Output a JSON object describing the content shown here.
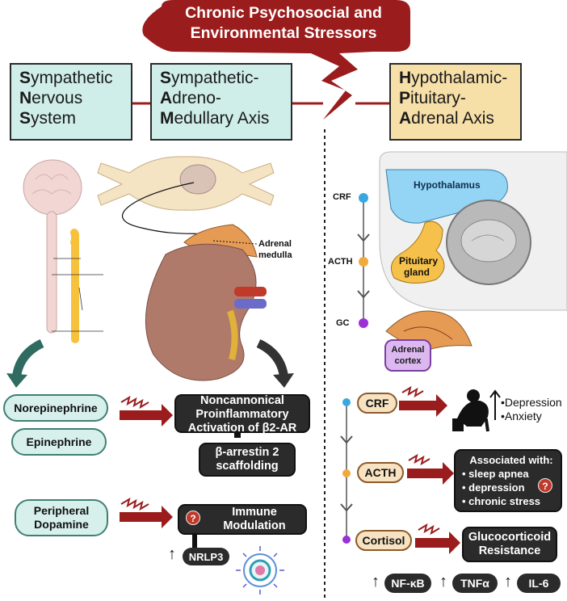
{
  "title": {
    "line1": "Chronic Psychosocial and",
    "line2": "Environmental Stressors"
  },
  "headers": {
    "sns": {
      "l1_cap": "S",
      "l1_rest": "ympathetic",
      "l2_cap": "N",
      "l2_rest": "ervous",
      "l3_cap": "S",
      "l3_rest": "ystem"
    },
    "sam": {
      "l1_cap": "S",
      "l1_rest": "ympathetic-",
      "l2_cap": "A",
      "l2_rest": "dreno-",
      "l3_cap": "M",
      "l3_rest": "edullary Axis"
    },
    "hpa": {
      "l1_cap": "H",
      "l1_rest": "ypothalamic-",
      "l2_cap": "P",
      "l2_rest": "ituitary-",
      "l3_cap": "A",
      "l3_rest": "drenal Axis"
    }
  },
  "anatomy_labels": {
    "adrenal_medulla_1": "Adrenal",
    "adrenal_medulla_2": "medulla",
    "hypothalamus": "Hypothalamus",
    "pituitary_1": "Pituitary",
    "pituitary_2": "gland",
    "adrenal_cortex_1": "Adrenal",
    "adrenal_cortex_2": "cortex"
  },
  "hpa_axis_labels": {
    "crf": "CRF",
    "acth": "ACTH",
    "gc": "GC"
  },
  "left_panel": {
    "norepinephrine": "Norepinephrine",
    "epinephrine": "Epinephrine",
    "peripheral_1": "Peripheral",
    "peripheral_2": "Dopamine",
    "noncanonical_1": "Noncannonical",
    "noncanonical_2": "Proinflammatory",
    "noncanonical_3": "Activation of β2-AR",
    "arrestin_1": "β-arrestin 2",
    "arrestin_2": "scaffolding",
    "immune_1": "Immune",
    "immune_2": "Modulation",
    "nlrp3": "NRLP3",
    "question": "?"
  },
  "right_panel": {
    "crf": "CRF",
    "acth": "ACTH",
    "cortisol": "Cortisol",
    "depression": "•Depression",
    "anxiety": "•Anxiety",
    "assoc_title": "Associated with:",
    "assoc_1": "• sleep apnea",
    "assoc_2": "• depression",
    "assoc_3": "• chronic stress",
    "gc_resist_1": "Glucocorticoid",
    "gc_resist_2": "Resistance",
    "cytokine_1": "NF-κB",
    "cytokine_2": "TNFα",
    "cytokine_3": "IL-6",
    "question": "?"
  },
  "colors": {
    "banner": "#9b1c1c",
    "teal_box": "#cfeee9",
    "sand_box": "#f7dfa8",
    "arrow_red": "#9b1c1c",
    "dark_box": "#2b2b2b",
    "crf_dot": "#3aa8e0",
    "acth_dot": "#f2a93b",
    "gc_dot": "#9b30d9"
  }
}
